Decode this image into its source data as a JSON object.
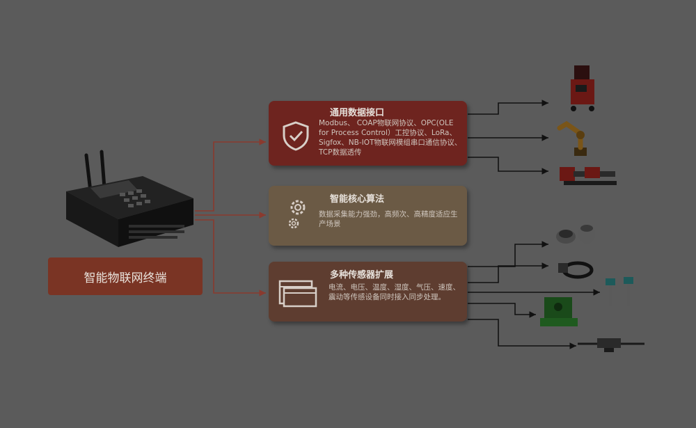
{
  "terminal": {
    "label": "智能物联网终端"
  },
  "boxes": [
    {
      "title": "通用数据接口",
      "text": "Modbus、 COAP物联网协议、OPC(OLE for Process Control）工控协议、LoRa、Sigfox、NB-IOT物联网模组串口通信协议、TCP数据透传",
      "icon": "shield-check-icon"
    },
    {
      "title": "智能核心算法",
      "text": "数据采集能力强劲，高频次、高精度适应生产场景",
      "icon": "gears-icon"
    },
    {
      "title": "多种传感器扩展",
      "text": "电流、电压、温度、湿度、气压、速度、震动等传感设备同时接入同步处理。",
      "icon": "windows-icon"
    }
  ],
  "devices": {
    "machines": [
      "welding-machine-icon",
      "robot-arm-icon",
      "lathe-icon"
    ],
    "sensors": [
      "current-sensor-icon",
      "clamp-sensor-icon",
      "temperature-probe-icon",
      "transmitter-icon",
      "displacement-sensor-icon"
    ]
  },
  "colors": {
    "background": "#5b5b5b",
    "box1": "#6e241f",
    "box2": "#6b5a45",
    "box3": "#5e3d30",
    "connector": "#8a3a2e"
  }
}
